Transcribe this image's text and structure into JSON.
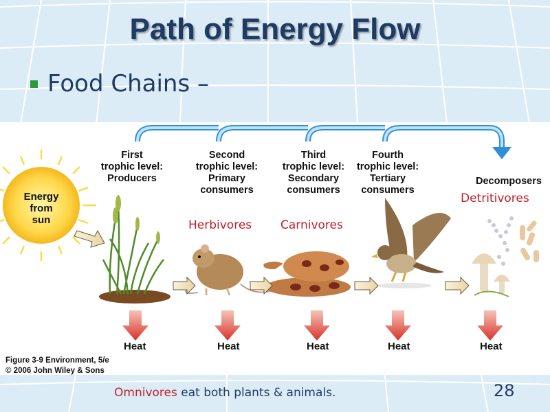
{
  "slide": {
    "title": "Path of Energy Flow",
    "bullet": "Food Chains –",
    "slide_number": "28",
    "footer_highlight": "Omnivores",
    "footer_rest": " eat both plants & animals."
  },
  "figure": {
    "sun_label": [
      "Energy",
      "from",
      "sun"
    ],
    "levels": [
      {
        "lines": [
          "First",
          "trophic level:",
          "Producers"
        ]
      },
      {
        "lines": [
          "Second",
          "trophic level:",
          "Primary",
          "consumers"
        ]
      },
      {
        "lines": [
          "Third",
          "trophic level:",
          "Secondary",
          "consumers"
        ]
      },
      {
        "lines": [
          "Fourth",
          "trophic level:",
          "Tertiary",
          "consumers"
        ]
      }
    ],
    "decomposers_label": "Decomposers",
    "roles": {
      "herbivores": "Herbivores",
      "carnivores": "Carnivores",
      "detritivores": "Detritivores"
    },
    "heat_label": "Heat",
    "caption": [
      "Figure 3-9  Environment, 5/e",
      "© 2006 John Wiley & Sons"
    ]
  },
  "colors": {
    "title": "#1f3b63",
    "bullet": "#2a9a3a",
    "highlight": "#c0202a",
    "arrow_blue": "#2f8fd8",
    "heat_red": "#d8322a"
  },
  "icons": [
    "sun-icon",
    "grass-icon",
    "mouse-icon",
    "snake-icon",
    "hawk-icon",
    "mushroom-icon",
    "bacteria-icon"
  ]
}
